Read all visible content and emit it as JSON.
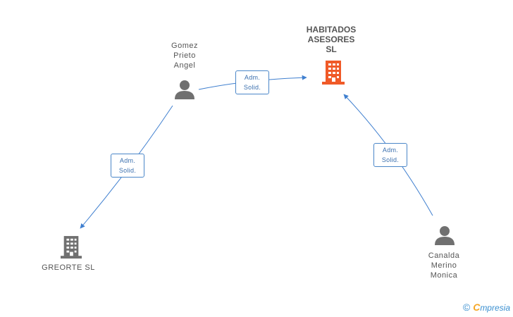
{
  "nodes": {
    "habitados": {
      "lines": [
        "HABITADOS",
        "ASESORES",
        "SL"
      ],
      "color": "#f05a28"
    },
    "gomez": {
      "lines": [
        "Gomez",
        "Prieto",
        "Angel"
      ]
    },
    "greorte": {
      "lines": [
        "GREORTE SL"
      ]
    },
    "canalda": {
      "lines": [
        "Canalda",
        "Merino",
        "Monica"
      ]
    }
  },
  "edges": [
    {
      "id": "gomez-habitados",
      "role_lines": [
        "Adm.",
        "Solid."
      ]
    },
    {
      "id": "gomez-greorte",
      "role_lines": [
        "Adm.",
        "Solid."
      ]
    },
    {
      "id": "canalda-habitados",
      "role_lines": [
        "Adm.",
        "Solid."
      ]
    }
  ],
  "footer": {
    "copyright": "©",
    "brand_initial": "C",
    "brand_rest": "mpresia"
  },
  "colors": {
    "edge": "#3f7fcf",
    "node": "#707070",
    "accent": "#f05a28"
  }
}
